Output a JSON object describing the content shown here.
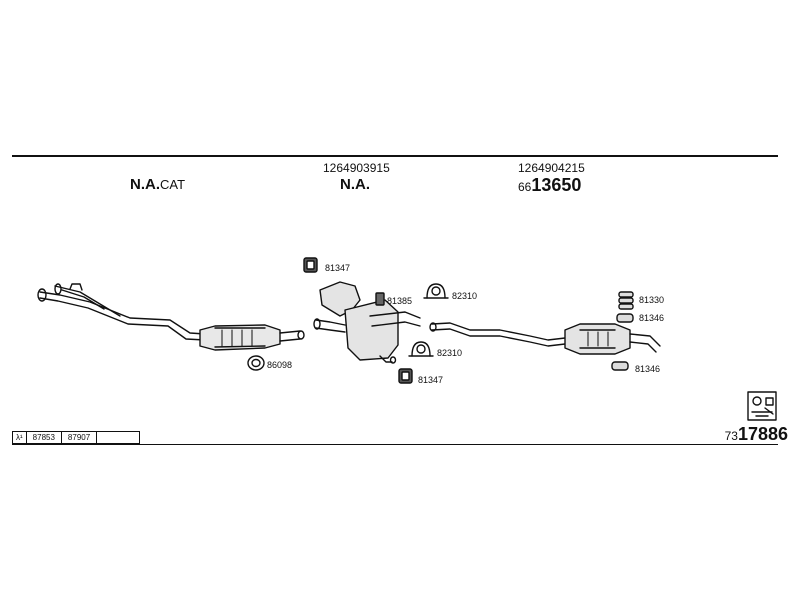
{
  "header": {
    "left_label_main": "N.A.",
    "left_label_suffix": "CAT",
    "mid_code": "1264903915",
    "mid_label": "N.A.",
    "right_code": "1264904215",
    "right_prefix": "66",
    "right_number": "13650"
  },
  "parts": {
    "p81347_top": "81347",
    "p81385": "81385",
    "p82310_top": "82310",
    "p82310_bottom": "82310",
    "p81347_bottom": "81347",
    "p86098": "86098",
    "p81330": "81330",
    "p81346_top": "81346",
    "p81346_bottom": "81346"
  },
  "footer": {
    "lambda_symbol": "λ¹",
    "cells": [
      "87853",
      "87907",
      ""
    ],
    "final_prefix": "73",
    "final_number": "17886"
  }
}
